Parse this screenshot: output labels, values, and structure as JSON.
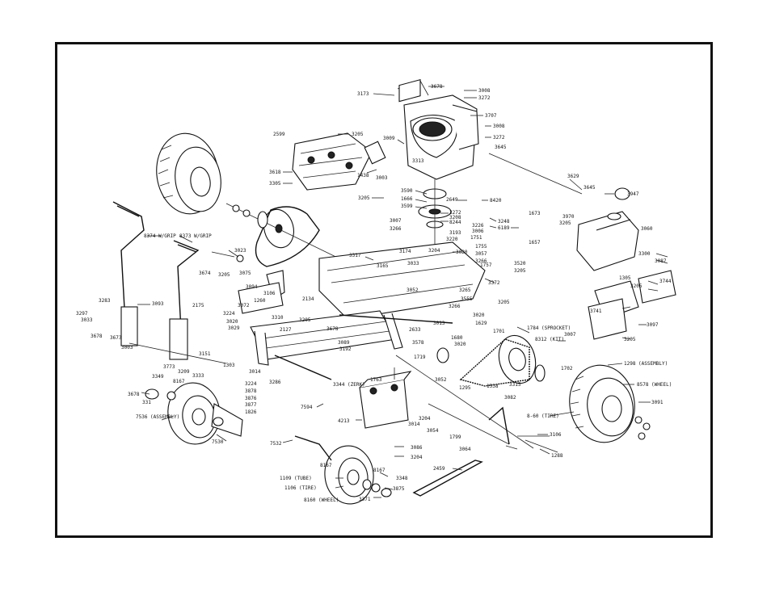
{
  "labels": {
    "l3173": "3173",
    "l3678": "3678",
    "l3008a": "3008",
    "l3272a": "3272",
    "l3707": "3707",
    "l3008b": "3008",
    "l3272b": "3272",
    "l2599": "2599",
    "l3205a": "3205",
    "l3009": "3009",
    "l3313": "3313",
    "l3618": "3618",
    "l1438": "1438",
    "l3003": "3003",
    "l3305": "3305",
    "l3645": "3645",
    "l3629": "3629",
    "l3645b": "3645",
    "l3947": "3947",
    "l3205b": "3205",
    "l3590": "3590",
    "l1666": "1666",
    "l3599": "3599",
    "l2649": "2649",
    "l8420": "8420",
    "l3272c": "3272",
    "l3208": "3208",
    "l3007": "3007",
    "l3266": "3266",
    "l8244": "8244",
    "l3193": "3193",
    "l3220": "3220",
    "l3226": "3226",
    "l3006": "3006",
    "l3248": "3248",
    "l6189": "6189",
    "l1673": "1673",
    "l3970": "3970",
    "l3205c": "3205",
    "l3060": "3060",
    "l1657": "1657",
    "l1751": "1751",
    "l1755": "1755",
    "l3057": "3057",
    "l3266b": "3266",
    "l3520": "3520",
    "l3205d": "3205",
    "l3300": "3300",
    "l3087": "3087",
    "l8374": "8374 W/GRIP",
    "l8373": "8373 W/GRIP",
    "l3023": "3023",
    "l3317": "3317",
    "l3165": "3165",
    "l3033": "3033",
    "l3204": "3204",
    "l3020a": "3020",
    "l3174": "3174",
    "l3205e": "3205",
    "l1757": "1757",
    "l3372": "3372",
    "l3674": "3674",
    "l3075": "3075",
    "l3094": "3094",
    "l3106": "3106",
    "l3052": "3052",
    "l3555": "3555",
    "l3265": "3265",
    "l3266c": "3266",
    "l3205f": "3205",
    "l1305": "1305",
    "l3205g": "3205",
    "l3744": "3744",
    "l3093": "3093",
    "l3283": "3283",
    "l2134": "2134",
    "l1629": "1629",
    "l3020b": "3020",
    "l3741": "3741",
    "l3097": "3097",
    "l3205h": "3205",
    "l3297": "3297",
    "l3033b": "3033",
    "l2175": "2175",
    "l3224": "3224",
    "l3072": "3072",
    "l3020c": "3020",
    "l3029": "3029",
    "l1260": "1260",
    "l3310": "3310",
    "l2127": "2127",
    "l1784": "1784 (SPROCKET)",
    "l3007b": "3007",
    "l3205i": "3205",
    "l3678b": "3678",
    "l3089": "3089",
    "l3192": "3192",
    "l2633": "2633",
    "l3578": "3578",
    "l3013": "3013",
    "l1680": "1680",
    "l3020d": "3020",
    "l1701": "1701",
    "l8312": "8312 (KIT)",
    "l1298a": "1298 (ASSEMBLY)",
    "l3003b": "3003",
    "l3678c": "3678",
    "l3673": "3673",
    "l3151": "3151",
    "l3014": "3014",
    "l1719": "1719",
    "l1702": "1702",
    "l3773": "3773",
    "l3209": "3209",
    "l3333": "3333",
    "l1303": "1303",
    "l3286": "3286",
    "l1763": "1763",
    "l3344": "3344 (ZERK)",
    "l3052b": "3052",
    "l3315": "3315",
    "l8578": "8578 (WHEEL)",
    "l3349": "3349",
    "l8167a": "8167",
    "l3224b": "3224",
    "l3878": "3878",
    "l1295": "1295",
    "l1538": "1538",
    "l3082": "3082",
    "l3091": "3091",
    "l3678d": "3678",
    "l331": "331",
    "l7594": "7594",
    "l4213": "4213",
    "l3014b": "3014",
    "l7536": "7536 (ASSEMBLY)",
    "l3876": "3876",
    "l3877": "3877",
    "l1826": "1826",
    "l3204b": "3204",
    "l3054": "3054",
    "l8160": "8-60 (TIRE)",
    "l7530": "7530",
    "l7532": "7532",
    "l1799": "1799",
    "l3106b": "3106",
    "l3086": "3086",
    "l3204c": "3204",
    "l3064": "3064",
    "l1288": "1288",
    "l8167b": "8167",
    "l2459": "2459",
    "l1109t": "1109 (TUBE)",
    "l1106": "1106 (TIRE)",
    "l8167c": "8167",
    "l3348": "3348",
    "l3875": "3875",
    "l8160w": "8160 (WHEEL)",
    "l3371": "3371"
  }
}
